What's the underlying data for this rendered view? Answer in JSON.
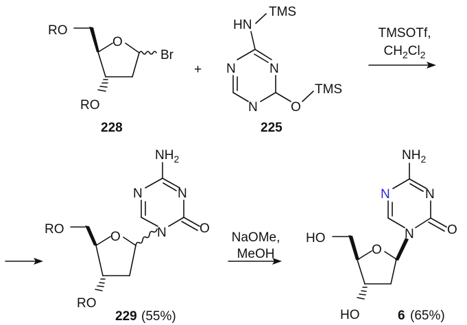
{
  "colors": {
    "ink": "#111111",
    "highlight_nitrogen": "#2a2ad8"
  },
  "step1": {
    "reagent_line1": "TMSOTf,",
    "reagent_line2": "CH2Cl2",
    "plus": "+"
  },
  "step2": {
    "reagent_line1": "NaOMe,",
    "reagent_line2": "MeOH"
  },
  "compound_228": {
    "label": "228",
    "atoms": {
      "ro_top": "RO",
      "o_ring": "O",
      "br": "Br",
      "ro_bottom": "RO"
    }
  },
  "compound_225": {
    "label": "225",
    "atoms": {
      "hn": "HN",
      "tms_top": "TMS",
      "n_left": "N",
      "n_right": "N",
      "n_bottom": "N",
      "o": "O",
      "tms_bottom": "TMS"
    }
  },
  "compound_229": {
    "label": "229",
    "yield": "(55%)",
    "atoms": {
      "nh2": "NH2",
      "n_left": "N",
      "n_right": "N",
      "n1": "N",
      "o_carbonyl": "O",
      "ro_top": "RO",
      "o_ring": "O",
      "ro_bottom": "RO"
    }
  },
  "compound_6": {
    "label": "6",
    "yield": "(65%)",
    "atoms": {
      "nh2": "NH2",
      "n_left": "N",
      "n_right": "N",
      "n1": "N",
      "o_carbonyl": "O",
      "ho_top": "HO",
      "o_ring": "O",
      "ho_bottom": "HO"
    }
  }
}
